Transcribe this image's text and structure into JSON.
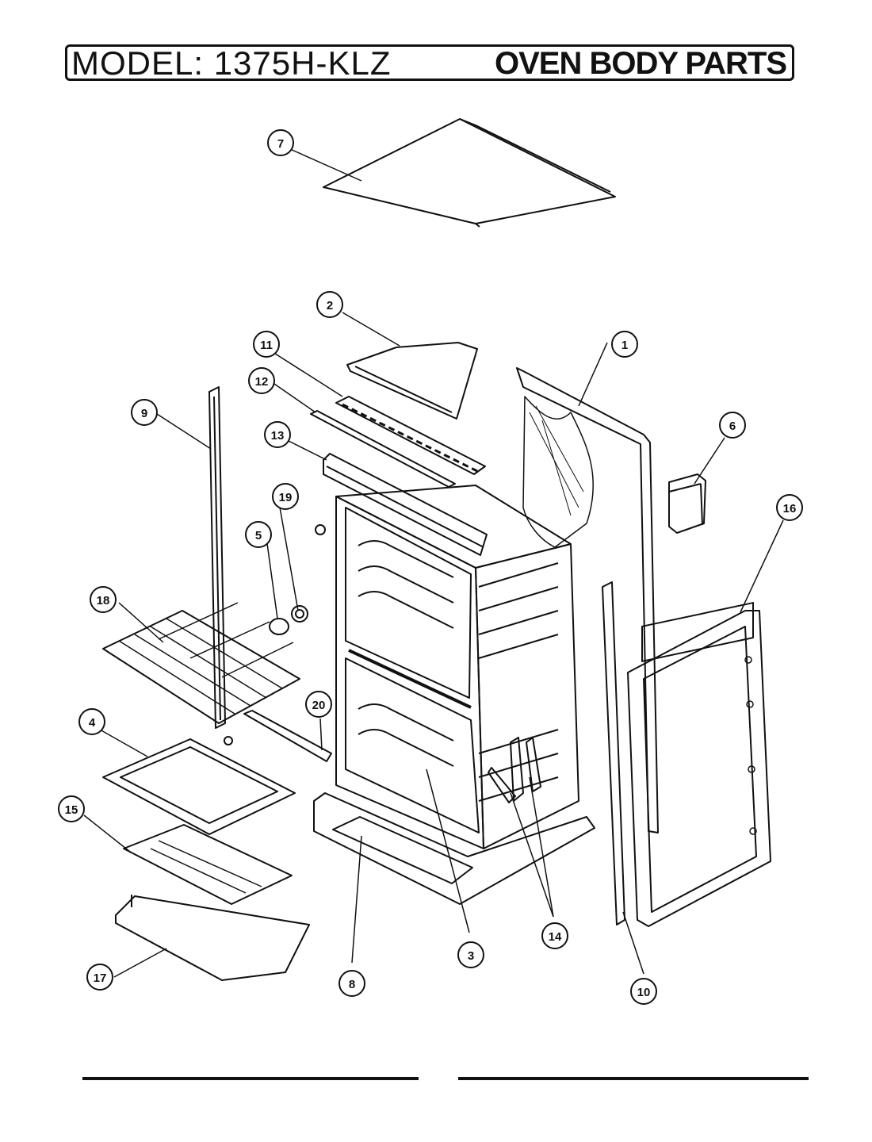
{
  "header": {
    "model": "MODEL: 1375H-KLZ",
    "section": "OVEN BODY PARTS"
  },
  "callouts": [
    {
      "id": "c1",
      "label": "1"
    },
    {
      "id": "c2",
      "label": "2"
    },
    {
      "id": "c3",
      "label": "3"
    },
    {
      "id": "c4",
      "label": "4"
    },
    {
      "id": "c5",
      "label": "5"
    },
    {
      "id": "c6",
      "label": "6"
    },
    {
      "id": "c7",
      "label": "7"
    },
    {
      "id": "c8",
      "label": "8"
    },
    {
      "id": "c9",
      "label": "9"
    },
    {
      "id": "c10",
      "label": "10"
    },
    {
      "id": "c11",
      "label": "11"
    },
    {
      "id": "c12",
      "label": "12"
    },
    {
      "id": "c13",
      "label": "13"
    },
    {
      "id": "c14",
      "label": "14"
    },
    {
      "id": "c15",
      "label": "15"
    },
    {
      "id": "c16",
      "label": "16"
    },
    {
      "id": "c17",
      "label": "17"
    },
    {
      "id": "c18",
      "label": "18"
    },
    {
      "id": "c19",
      "label": "19"
    },
    {
      "id": "c20",
      "label": "20"
    }
  ],
  "colors": {
    "ink": "#111111",
    "paper": "#ffffff"
  }
}
